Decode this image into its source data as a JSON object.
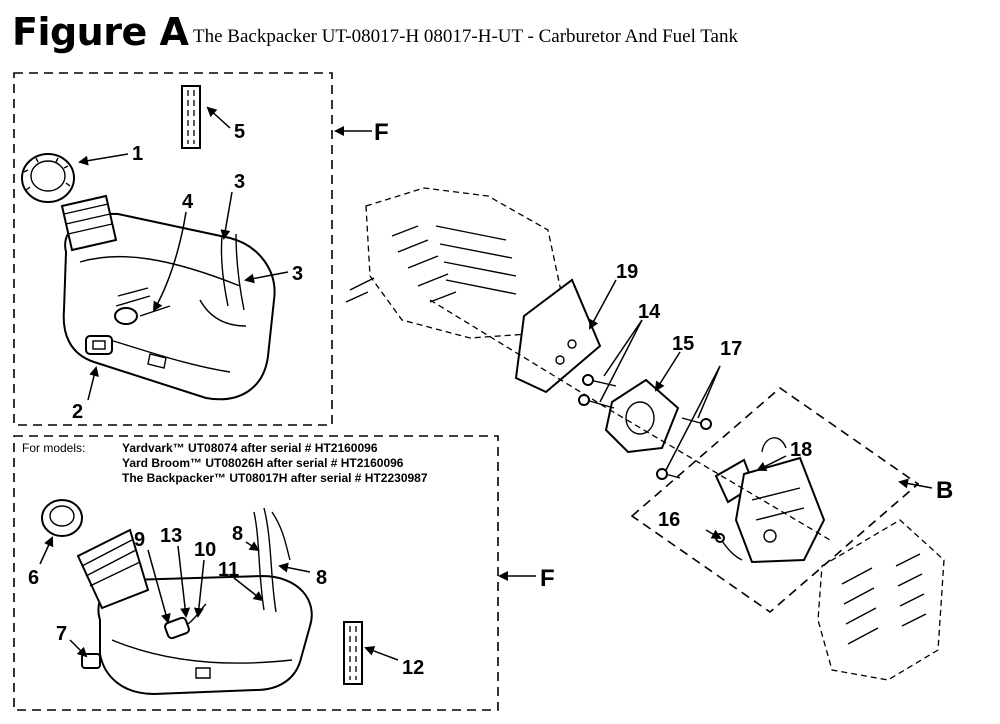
{
  "figure": {
    "heading": "Figure A",
    "subtitle": "The Backpacker UT-08017-H 08017-H-UT - Carburetor And Fuel Tank"
  },
  "group_labels": {
    "upper_tank": "F",
    "lower_tank": "F",
    "carb_group": "B"
  },
  "models_note": {
    "prefix": "For  models:",
    "lines": [
      "Yardvark™  UT08074 after serial # HT2160096",
      "Yard Broom™ UT08026H after serial # HT2160096",
      "The Backpacker™ UT08017H after serial # HT2230987"
    ]
  },
  "callouts": [
    "1",
    "2",
    "3",
    "3",
    "4",
    "5",
    "6",
    "7",
    "8",
    "8",
    "9",
    "10",
    "11",
    "12",
    "13",
    "14",
    "15",
    "16",
    "17",
    "18",
    "19"
  ],
  "colors": {
    "line": "#000000",
    "background": "#ffffff"
  }
}
